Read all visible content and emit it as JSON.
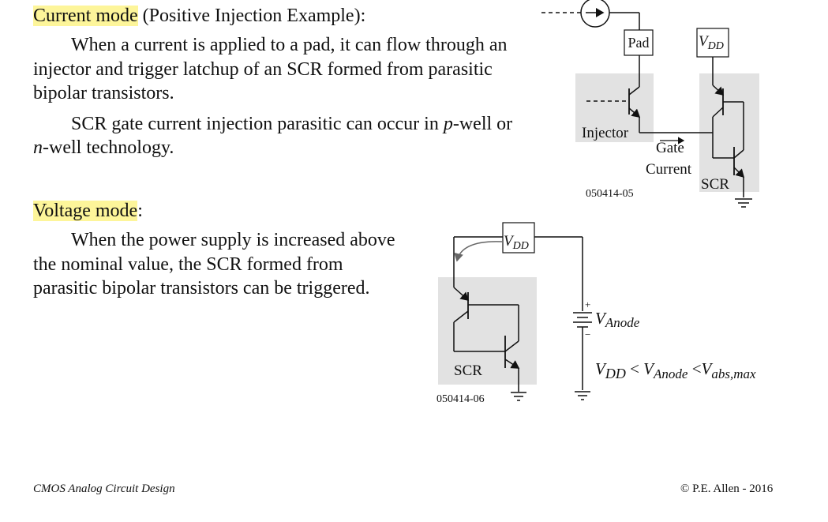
{
  "section1": {
    "heading_highlight": "Current mode",
    "heading_rest": " (Positive Injection Example):",
    "para1": "When a current is applied to a pad, it can flow through an injector and trigger latchup of an SCR formed from parasitic bipolar transistors.",
    "para2_a": "SCR gate current injection parasitic can occur in ",
    "para2_p": "p",
    "para2_b": "-well or ",
    "para2_n": "n",
    "para2_c": "-well technology."
  },
  "section2": {
    "heading_highlight": "Voltage mode",
    "heading_rest": ":",
    "para1": "When the power supply is increased above the nominal value, the SCR formed from parasitic bipolar transistors can be triggered."
  },
  "diagram1": {
    "pad_label": "Pad",
    "vdd_main": "V",
    "vdd_sub": "DD",
    "injector_label": "Injector",
    "gate_label": "Gate",
    "current_label": "Current",
    "scr_label": "SCR",
    "figure_id": "050414-05"
  },
  "diagram2": {
    "vdd_main": "V",
    "vdd_sub": "DD",
    "anode_main": "V",
    "anode_sub": "Anode",
    "scr_label": "SCR",
    "figure_id": "050414-06",
    "condition": {
      "v1": "V",
      "v1_sub": "DD",
      "lt1": " < ",
      "v2": "V",
      "v2_sub": "Anode",
      "lt2": " <",
      "v3": "V",
      "v3_sub": "abs,max"
    }
  },
  "footer": {
    "left": "CMOS Analog Circuit Design",
    "right": "© P.E. Allen - 2016"
  },
  "colors": {
    "highlight": "#fdf59a",
    "shade": "#e2e2e2",
    "text": "#111111"
  }
}
